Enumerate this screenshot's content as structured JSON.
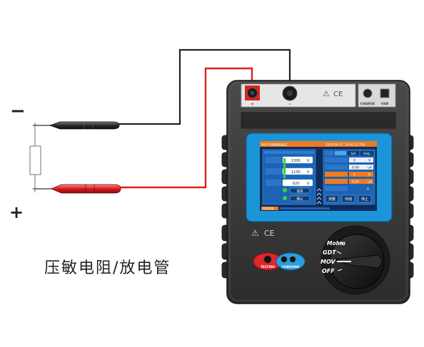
{
  "diagram": {
    "caption": "压敏电阻/放电管",
    "polarity": {
      "negative": "−",
      "positive": "+"
    }
  },
  "device": {
    "terminals": {
      "plus": "+",
      "minus": "-"
    },
    "ports": {
      "charge": "CHARGE",
      "usb": "USB"
    },
    "marks": {
      "warning": "⚠",
      "ce": "CE"
    },
    "buttons": {
      "testing": "TESTING",
      "charging": "CHARGING"
    },
    "dial": {
      "positions": [
        "Mohm",
        "GDT",
        "MOV",
        "OFF"
      ]
    }
  },
  "screen": {
    "top_bar": {
      "title": "MOV 压敏电阻测试",
      "date": "2020-04-17",
      "time": "14:40:33",
      "status": "FIN"
    },
    "menu_tabs": [
      "Set",
      "Help"
    ],
    "params": [
      {
        "value": "1300",
        "unit": "V"
      },
      {
        "value": "1100",
        "unit": "V"
      },
      {
        "value": "620",
        "unit": "V"
      }
    ],
    "results": [
      {
        "value": "0",
        "unit": "V"
      },
      {
        "value": "0.00",
        "unit": "uA"
      },
      {
        "value": "0",
        "unit": "V"
      },
      {
        "value": "0.00",
        "unit": "uA"
      },
      {
        "value": "0",
        "unit": ""
      }
    ],
    "bottom_buttons": [
      "测量",
      "存储",
      "停止"
    ],
    "left_buttons": [
      "选择",
      "确认"
    ],
    "footer": "测试状态"
  },
  "colors": {
    "wire_red": "#e0201e",
    "wire_black": "#222222",
    "device_body": "#3a3a3a",
    "screen_frame": "#1b95d8",
    "screen_blue": "#1d63b5",
    "accent_orange": "#f07a1e",
    "button_red": "#e0262a",
    "button_blue": "#2a9fe0"
  }
}
